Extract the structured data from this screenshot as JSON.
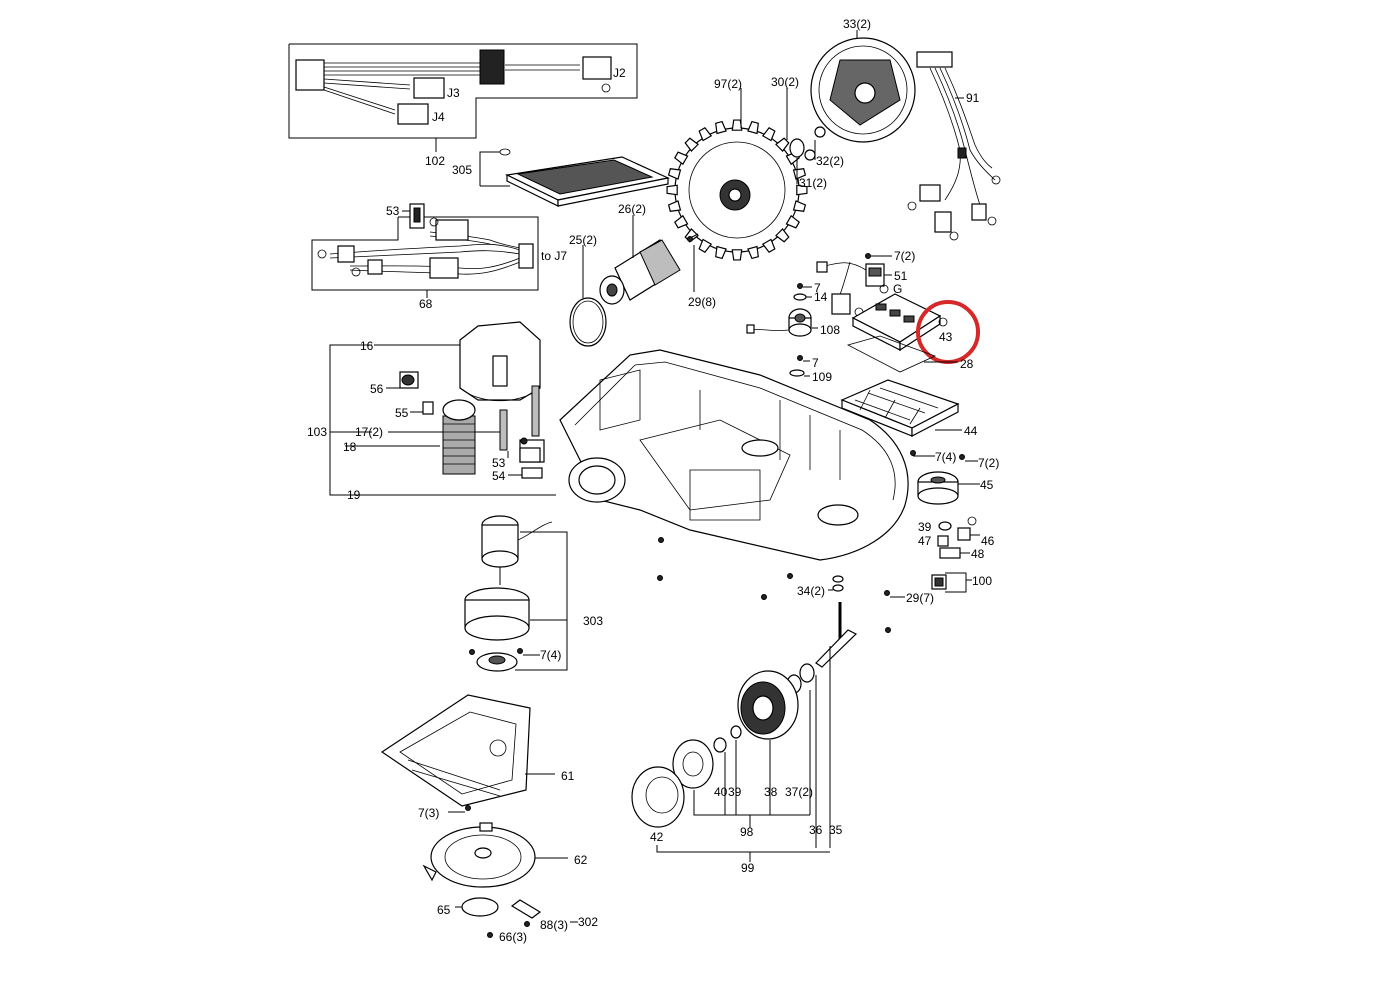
{
  "labels": {
    "l102": "102",
    "l305": "305",
    "lJ2": "J2",
    "lJ3": "J3",
    "lJ4": "J4",
    "l53a": "53",
    "lJ7": "to J7",
    "l68": "68",
    "l97": "97(2)",
    "l30": "30(2)",
    "l33": "33(2)",
    "l32": "32(2)",
    "l31": "31(2)",
    "l91": "91",
    "l26": "26(2)",
    "l25": "25(2)",
    "l29a": "29(8)",
    "l7a": "7(2)",
    "l51": "51",
    "l7b": "7",
    "l14": "14",
    "l108": "108",
    "l43": "43",
    "l28": "28",
    "l7c": "7",
    "l109": "109",
    "l44": "44",
    "l16": "16",
    "l56": "56",
    "l55": "55",
    "l103": "103",
    "l17": "17(2)",
    "l18": "18",
    "l53b": "53",
    "l54": "54",
    "l19": "19",
    "l7d": "7(4)",
    "l7e": "7(2)",
    "l45": "45",
    "l39a": "39",
    "l47": "47",
    "l46": "46",
    "l48": "48",
    "l100": "100",
    "l34": "34(2)",
    "l29b": "29(7)",
    "l303": "303",
    "l7f": "7(4)",
    "l61": "61",
    "l7g": "7(3)",
    "l62": "62",
    "l65": "65",
    "l88": "88(3)",
    "l302": "302",
    "l66": "66(3)",
    "l40": "40",
    "l39b": "39",
    "l38": "38",
    "l37": "37(2)",
    "l36": "36",
    "l35": "35",
    "l42": "42",
    "l98": "98",
    "l99": "99"
  },
  "highlight": {
    "part": "43",
    "color": "#d62828"
  }
}
